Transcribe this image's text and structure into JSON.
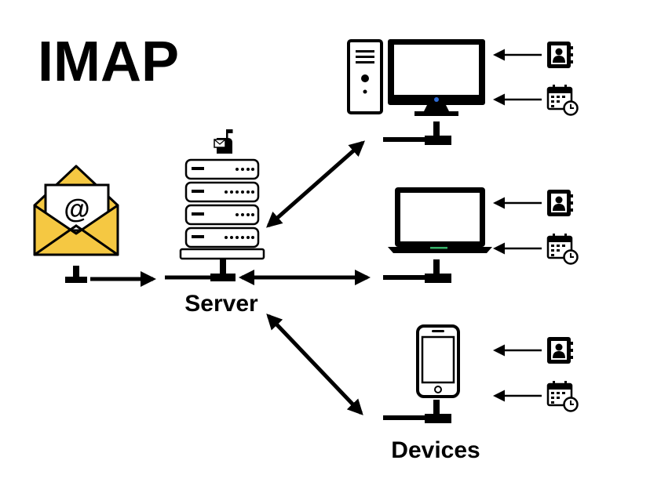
{
  "title": "IMAP",
  "labels": {
    "server": "Server",
    "devices": "Devices"
  },
  "email_glyph": "@",
  "colors": {
    "envelope_fill": "#F5C842",
    "envelope_dark": "#C9A020",
    "stroke": "#000000",
    "monitor_power_led": "#2E6BD6",
    "laptop_led": "#38B26A",
    "background": "#FFFFFF"
  },
  "icons": {
    "source": "email-envelope-icon",
    "server": "server-rack-icon",
    "mailbox": "mailbox-icon",
    "desktop": "desktop-computer-icon",
    "laptop": "laptop-icon",
    "phone": "smartphone-icon",
    "contacts": "contact-book-icon",
    "calendar": "calendar-clock-icon"
  }
}
